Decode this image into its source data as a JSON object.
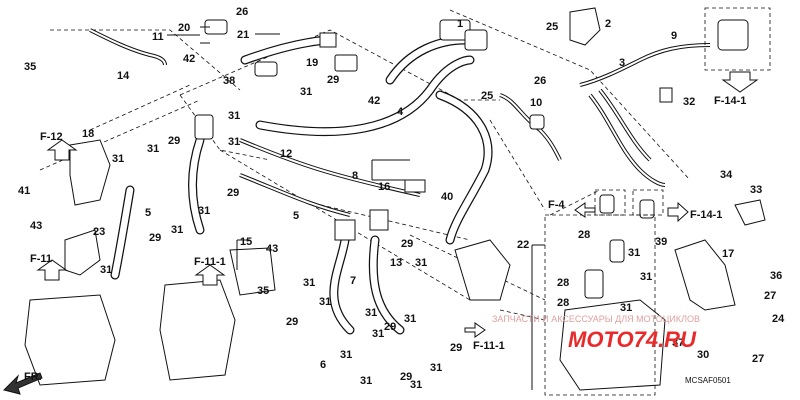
{
  "callouts": [
    {
      "id": "c35a",
      "text": "35"
    },
    {
      "id": "c14",
      "text": "14"
    },
    {
      "id": "c11",
      "text": "11"
    },
    {
      "id": "c20",
      "text": "20"
    },
    {
      "id": "c26a",
      "text": "26"
    },
    {
      "id": "c21",
      "text": "21"
    },
    {
      "id": "c42a",
      "text": "42"
    },
    {
      "id": "c38",
      "text": "38"
    },
    {
      "id": "c19",
      "text": "19"
    },
    {
      "id": "c29a",
      "text": "29"
    },
    {
      "id": "c31a",
      "text": "31"
    },
    {
      "id": "c42b",
      "text": "42"
    },
    {
      "id": "c25a",
      "text": "25"
    },
    {
      "id": "c2",
      "text": "2"
    },
    {
      "id": "c9",
      "text": "9"
    },
    {
      "id": "c3",
      "text": "3"
    },
    {
      "id": "c26b",
      "text": "26"
    },
    {
      "id": "c25b",
      "text": "25"
    },
    {
      "id": "c10",
      "text": "10"
    },
    {
      "id": "c32",
      "text": "32"
    },
    {
      "id": "c4",
      "text": "4"
    },
    {
      "id": "c31b",
      "text": "31"
    },
    {
      "id": "c31c",
      "text": "31"
    },
    {
      "id": "c12",
      "text": "12"
    },
    {
      "id": "c18",
      "text": "18"
    },
    {
      "id": "c29b",
      "text": "29"
    },
    {
      "id": "c31d",
      "text": "31"
    },
    {
      "id": "c31e",
      "text": "31"
    },
    {
      "id": "c41",
      "text": "41"
    },
    {
      "id": "c5a",
      "text": "5"
    },
    {
      "id": "c43a",
      "text": "43"
    },
    {
      "id": "c23",
      "text": "23"
    },
    {
      "id": "c29c",
      "text": "29"
    },
    {
      "id": "c31f",
      "text": "31"
    },
    {
      "id": "c31g",
      "text": "31"
    },
    {
      "id": "c29d",
      "text": "29"
    },
    {
      "id": "c1",
      "text": "1"
    },
    {
      "id": "c8",
      "text": "8"
    },
    {
      "id": "c16",
      "text": "16"
    },
    {
      "id": "c40",
      "text": "40"
    },
    {
      "id": "c5b",
      "text": "5"
    },
    {
      "id": "c15",
      "text": "15"
    },
    {
      "id": "c43b",
      "text": "43"
    },
    {
      "id": "c31h",
      "text": "31"
    },
    {
      "id": "c35b",
      "text": "35"
    },
    {
      "id": "c29e",
      "text": "29"
    },
    {
      "id": "c7",
      "text": "7"
    },
    {
      "id": "c31i",
      "text": "31"
    },
    {
      "id": "c29f",
      "text": "29"
    },
    {
      "id": "c13",
      "text": "13"
    },
    {
      "id": "c31j",
      "text": "31"
    },
    {
      "id": "c31k",
      "text": "31"
    },
    {
      "id": "c29g",
      "text": "29"
    },
    {
      "id": "c31l",
      "text": "31"
    },
    {
      "id": "c31m",
      "text": "31"
    },
    {
      "id": "c31n",
      "text": "31"
    },
    {
      "id": "c29h",
      "text": "29"
    },
    {
      "id": "c31o",
      "text": "31"
    },
    {
      "id": "c29i",
      "text": "29"
    },
    {
      "id": "c22",
      "text": "22"
    },
    {
      "id": "c28a",
      "text": "28"
    },
    {
      "id": "c31p",
      "text": "31"
    },
    {
      "id": "c28b",
      "text": "28"
    },
    {
      "id": "c31q",
      "text": "31"
    },
    {
      "id": "c28c",
      "text": "28"
    },
    {
      "id": "c31r",
      "text": "31"
    },
    {
      "id": "c39",
      "text": "39"
    },
    {
      "id": "c34",
      "text": "34"
    },
    {
      "id": "c33",
      "text": "33"
    },
    {
      "id": "c17",
      "text": "17"
    },
    {
      "id": "c36",
      "text": "36"
    },
    {
      "id": "c27a",
      "text": "27"
    },
    {
      "id": "c24",
      "text": "24"
    },
    {
      "id": "c37",
      "text": "37"
    },
    {
      "id": "c30",
      "text": "30"
    },
    {
      "id": "c27b",
      "text": "27"
    },
    {
      "id": "c6",
      "text": "6"
    },
    {
      "id": "c31s",
      "text": "31"
    },
    {
      "id": "c31t",
      "text": "31"
    },
    {
      "id": "c31u",
      "text": "31"
    }
  ],
  "refs": [
    {
      "id": "r-f141a",
      "text": "F-14-1"
    },
    {
      "id": "r-f12",
      "text": "F-12"
    },
    {
      "id": "r-f11",
      "text": "F-11"
    },
    {
      "id": "r-f111a",
      "text": "F-11-1"
    },
    {
      "id": "r-f4",
      "text": "F-4"
    },
    {
      "id": "r-f141b",
      "text": "F-14-1"
    },
    {
      "id": "r-f111b",
      "text": "F-11-1"
    },
    {
      "id": "r-fr",
      "text": "FR."
    }
  ],
  "diagram_code": "MCSAF0501",
  "watermark_text": "ЗАПЧАСТИ И АКСЕССУАРЫ ДЛЯ МОТОЦИКЛОВ",
  "logo_text": "MOTO74.RU"
}
